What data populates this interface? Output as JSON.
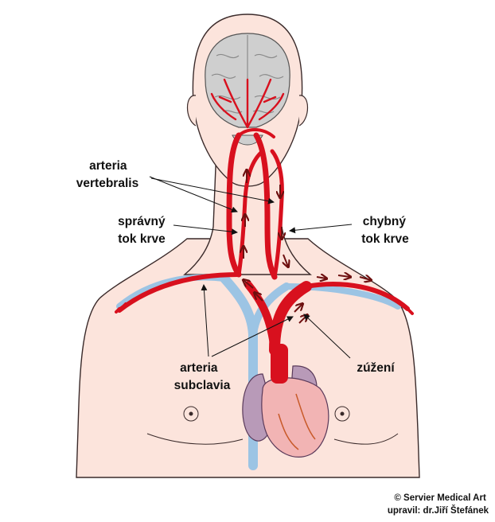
{
  "labels": {
    "vertebralis": [
      "arteria",
      "vertebralis"
    ],
    "spravny": [
      "správný",
      "tok krve"
    ],
    "chybny": [
      "chybný",
      "tok krve"
    ],
    "subclavia": [
      "arteria",
      "subclavia"
    ],
    "zuzeni": "zúžení"
  },
  "credit": [
    "© Servier Medical Art",
    "upravil: dr.Jiří Štefánek"
  ],
  "colors": {
    "skin": "#fce4dc",
    "outline": "#3a2a2a",
    "artery": "#d8101e",
    "vein": "#9cc4e4",
    "arrow": "#6e1010",
    "brain": "#cfcfcf",
    "heart_atrium": "#b89ab8",
    "heart_ventricle": "#f2b4b4"
  }
}
